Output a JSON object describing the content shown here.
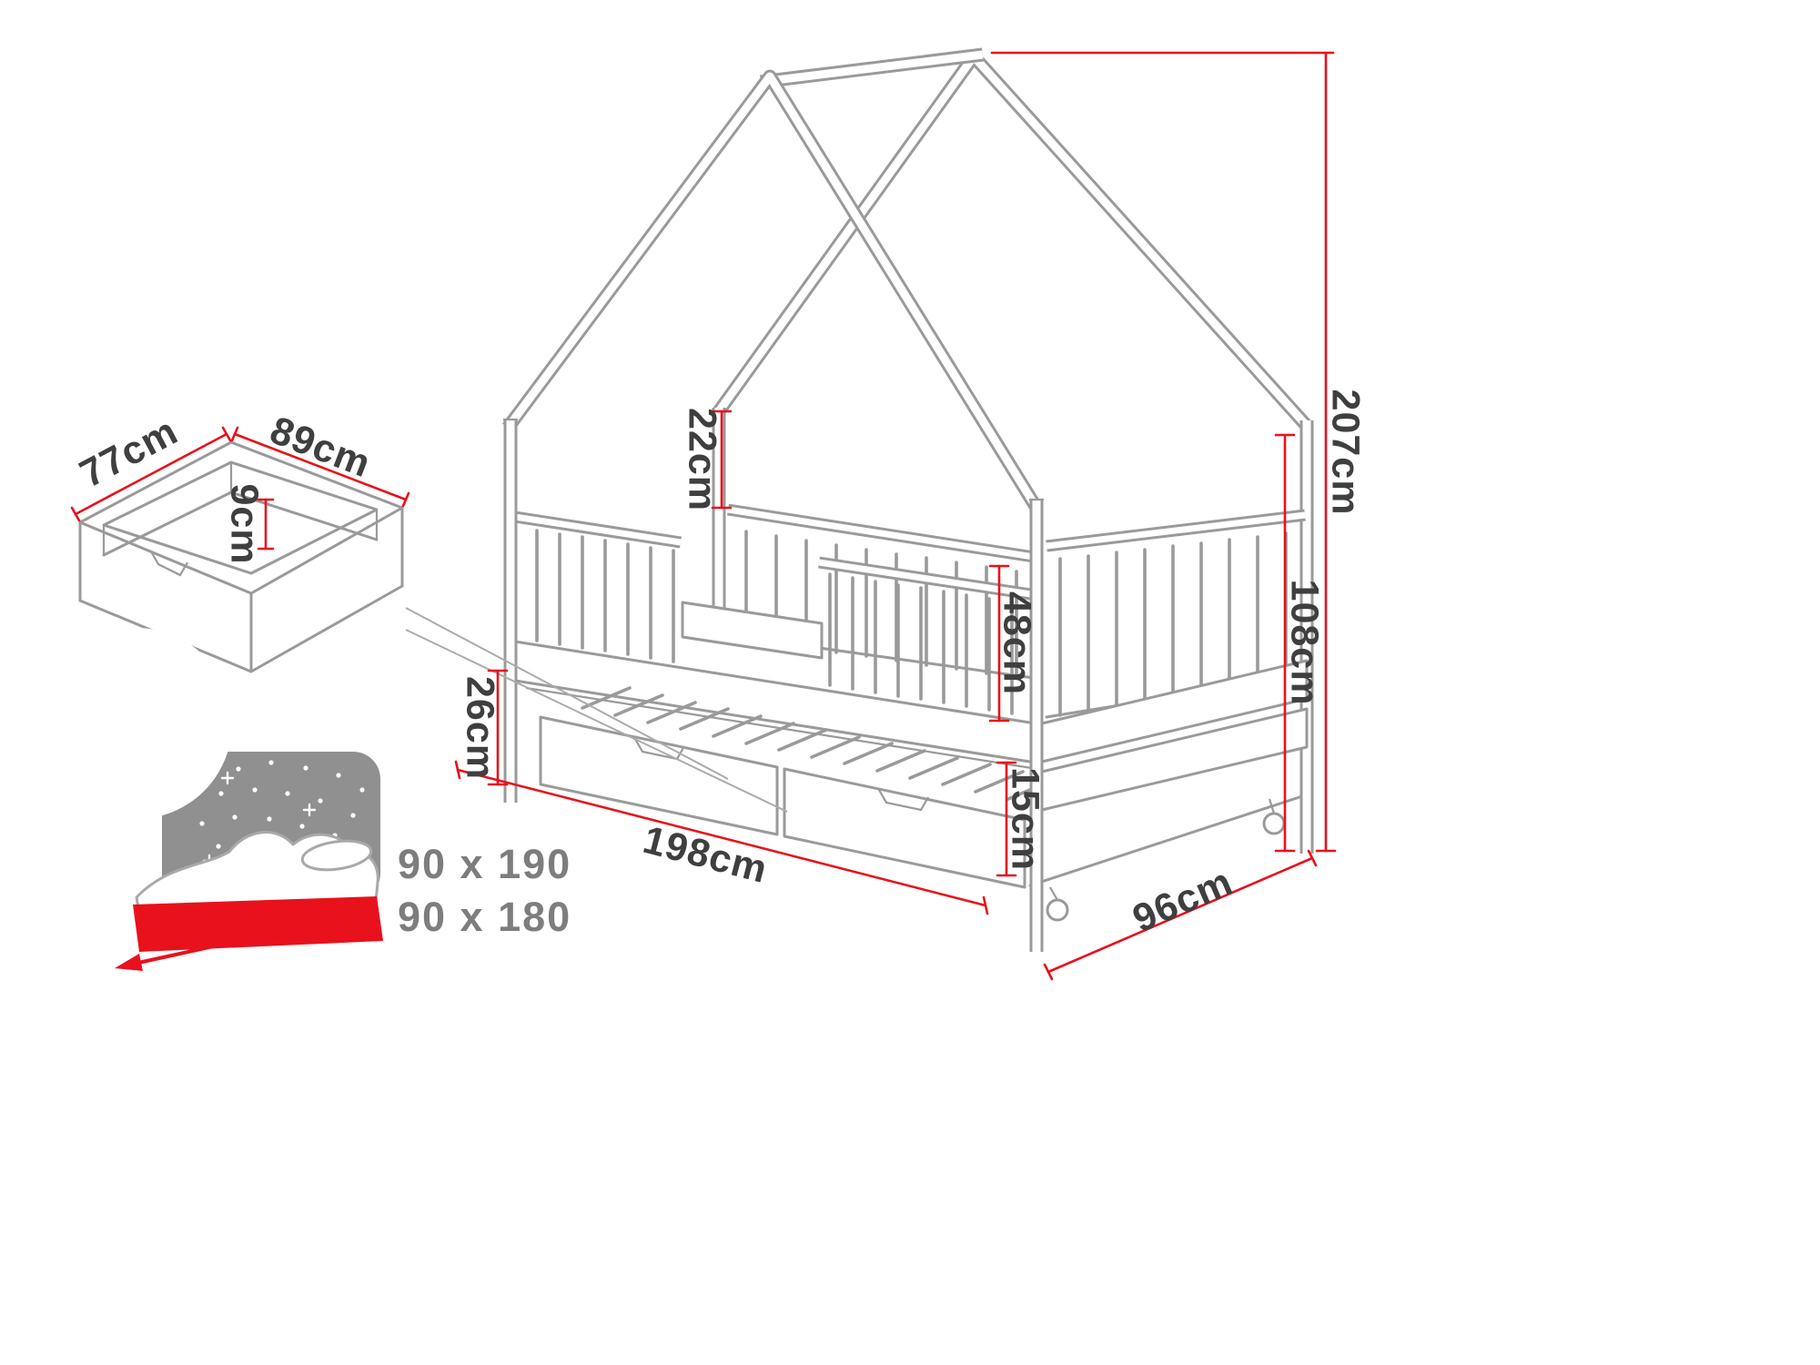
{
  "diagram": {
    "bed": {
      "total_height": "207cm",
      "side_height": "108cm",
      "roof_to_rail": "22cm",
      "rail_height": "48cm",
      "base_height": "26cm",
      "drawer_height": "15cm",
      "length": "198cm",
      "width": "96cm"
    },
    "drawer": {
      "width": "77cm",
      "length": "89cm",
      "depth": "9cm"
    },
    "mattress": {
      "top_size": "90 x 190",
      "bottom_size": "90 x 180"
    },
    "colors": {
      "dimension": "#e8111c",
      "outline": "#9a9a9a",
      "label": "#3f3f3f",
      "size_label": "#7d7d7d",
      "icon_gray": "#909090"
    }
  }
}
